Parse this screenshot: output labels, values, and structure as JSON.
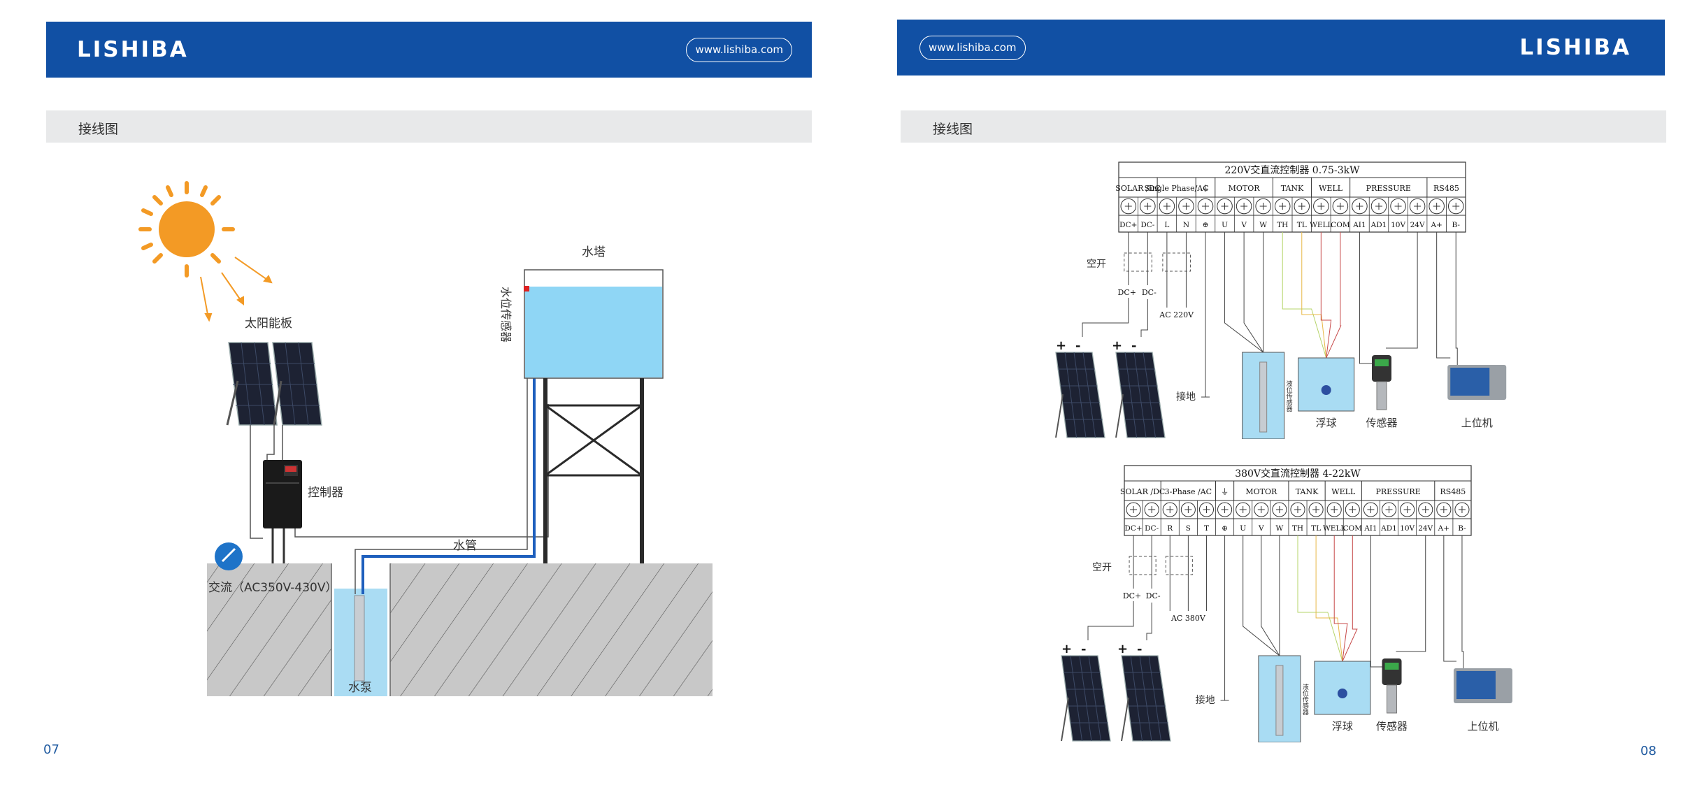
{
  "brand": {
    "logo_text": "LISHIBA",
    "url": "www.lishiba.com",
    "primary_color": "#1150a4"
  },
  "left_page": {
    "section_title": "接线图",
    "page_number": "07",
    "labels": {
      "water_tower": "水塔",
      "level_sensor": "水位传感器",
      "solar_panel": "太阳能板",
      "controller": "控制器",
      "water_pipe": "水管",
      "ac_input": "交流（AC350V-430V）",
      "pump": "水泵"
    }
  },
  "right_page": {
    "section_title": "接线图",
    "page_number": "08",
    "diagram_220": {
      "title": "220V交直流控制器 0.75-3kW",
      "groups": [
        "SOLAR /DC",
        "Single Phase/AC",
        "⏚",
        "MOTOR",
        "TANK",
        "WELL",
        "PRESSURE",
        "RS485"
      ],
      "terminals": [
        "DC+",
        "DC-",
        "L",
        "N",
        "⊕",
        "U",
        "V",
        "W",
        "TH",
        "TL",
        "WELL",
        "COM",
        "AI1",
        "AD1",
        "10V",
        "24V",
        "A+",
        "B-"
      ],
      "breaker": "空开",
      "dc_labels": [
        "DC+",
        "DC-"
      ],
      "ac_label": "AC 220V",
      "ground": "接地",
      "float_sensor_label": "液位传感器",
      "devices": [
        "水泵",
        "浮球",
        "传感器",
        "上位机"
      ],
      "solar": "太阳能板"
    },
    "diagram_380": {
      "title": "380V交直流控制器 4-22kW",
      "groups": [
        "SOLAR /DC",
        "3-Phase /AC",
        "⏚",
        "MOTOR",
        "TANK",
        "WELL",
        "PRESSURE",
        "RS485"
      ],
      "terminals": [
        "DC+",
        "DC-",
        "R",
        "S",
        "T",
        "⊕",
        "U",
        "V",
        "W",
        "TH",
        "TL",
        "WELL",
        "COM",
        "AI1",
        "AD1",
        "10V",
        "24V",
        "A+",
        "B-"
      ],
      "breaker": "空开",
      "dc_labels": [
        "DC+",
        "DC-"
      ],
      "ac_label": "AC 380V",
      "ground": "接地",
      "float_sensor_label": "液位传感器",
      "devices": [
        "水泵",
        "浮球",
        "传感器",
        "上位机"
      ],
      "solar": "太阳能板"
    }
  }
}
